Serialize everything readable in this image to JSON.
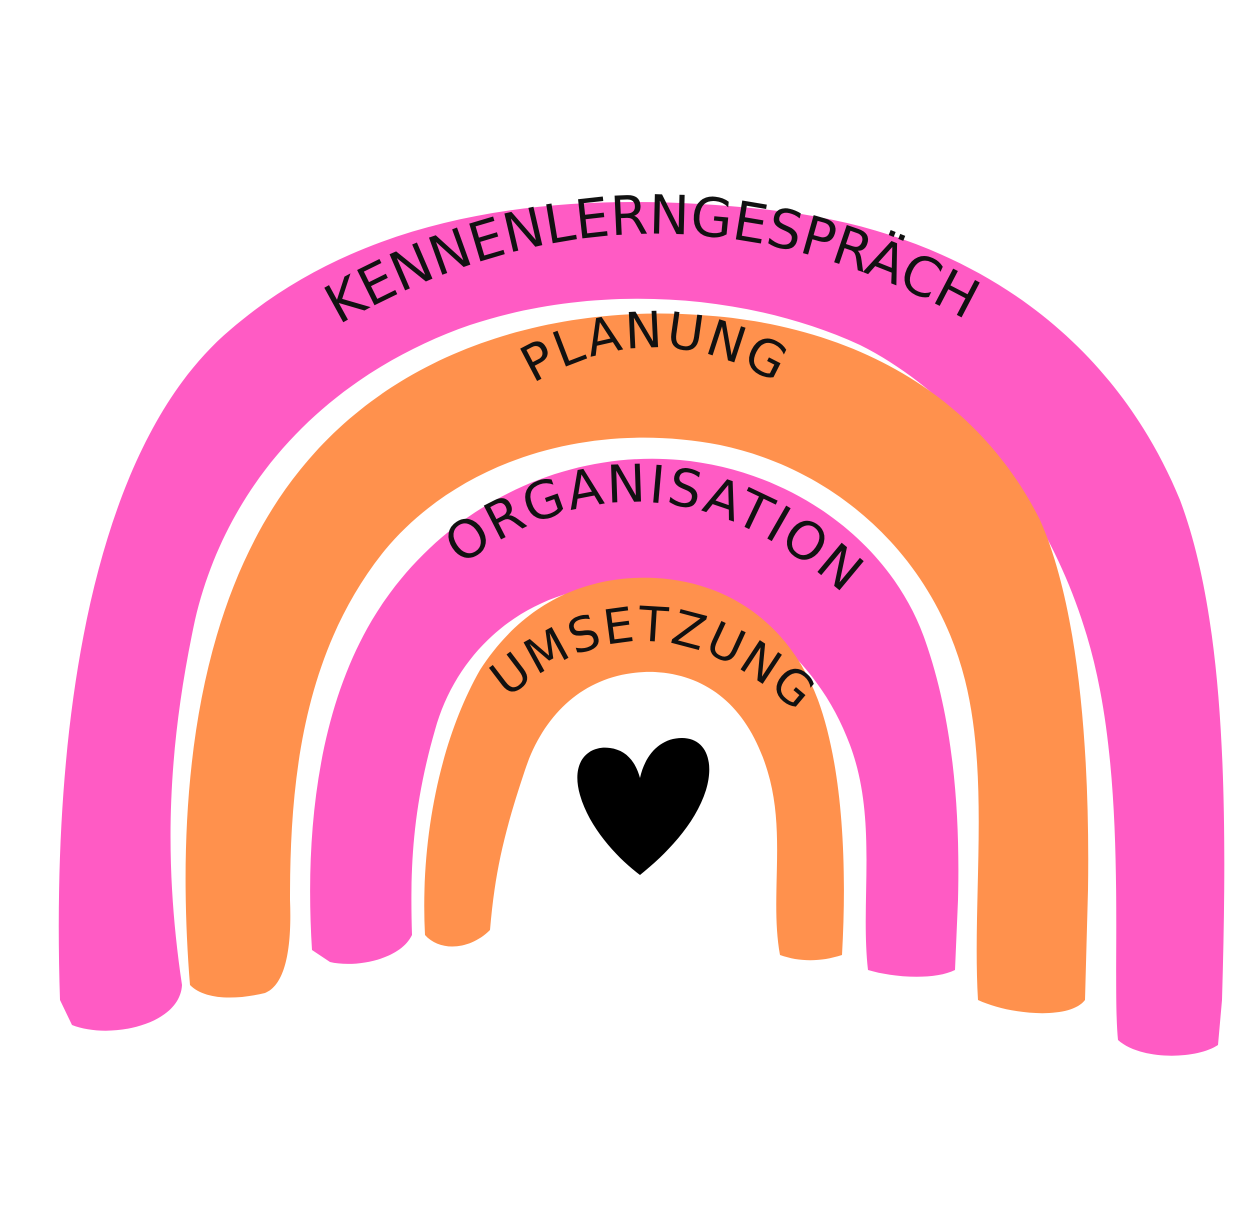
{
  "bands": [
    {
      "id": "kennenlern",
      "label": "KennenlernGespräch",
      "color": "#ff5bc4"
    },
    {
      "id": "planung",
      "label": "Planung",
      "color": "#ff914d"
    },
    {
      "id": "organisation",
      "label": "Organisation",
      "color": "#ff5bc4"
    },
    {
      "id": "umsetzung",
      "label": "Umsetzung",
      "color": "#ff914d"
    }
  ],
  "center_icon": {
    "name": "heart-icon",
    "color": "#000000"
  }
}
